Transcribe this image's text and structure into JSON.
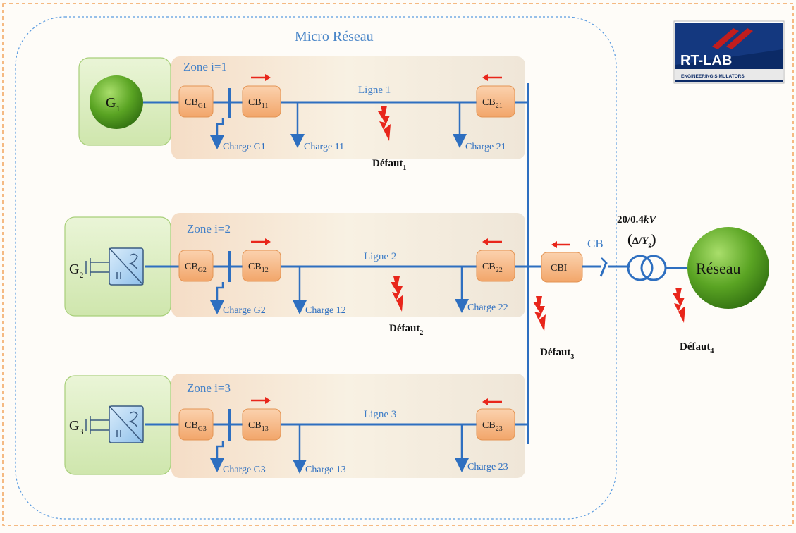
{
  "title": "Micro Réseau",
  "logo": {
    "main": "RT-LAB",
    "sub": "ENGINEERING SIMULATORS"
  },
  "zones": [
    {
      "label": "Zone i=1",
      "gen": "G",
      "gen_sub": "1",
      "cbg": "CB",
      "cbg_sub": "G1",
      "cb1": "CB",
      "cb1_sub": "11",
      "cb2": "CB",
      "cb2_sub": "21",
      "line": "Ligne 1",
      "load_g": "Charge G1",
      "load_1": "Charge 11",
      "load_2": "Charge 21",
      "fault": "Défaut",
      "fault_sub": "1"
    },
    {
      "label": "Zone i=2",
      "gen": "G",
      "gen_sub": "2",
      "cbg": "CB",
      "cbg_sub": "G2",
      "cb1": "CB",
      "cb1_sub": "12",
      "cb2": "CB",
      "cb2_sub": "22",
      "line": "Ligne 2",
      "load_g": "Charge G2",
      "load_1": "Charge 12",
      "load_2": "Charge 22",
      "fault": "Défaut",
      "fault_sub": "2"
    },
    {
      "label": "Zone i=3",
      "gen": "G",
      "gen_sub": "3",
      "cbg": "CB",
      "cbg_sub": "G3",
      "cb1": "CB",
      "cb1_sub": "13",
      "cb2": "CB",
      "cb2_sub": "23",
      "line": "Ligne 3",
      "load_g": "Charge G3",
      "load_1": "Charge 13",
      "load_2": "Charge 23"
    }
  ],
  "cbi": "CBI",
  "cb_switch": "CB",
  "transformer": {
    "rating": "20/0.4",
    "unit": "kV",
    "conn_delta": "Δ",
    "conn_y": "Y",
    "conn_sub": "g"
  },
  "grid": "Réseau",
  "fault3": {
    "text": "Défaut",
    "sub": "3"
  },
  "fault4": {
    "text": "Défaut",
    "sub": "4"
  },
  "colors": {
    "line": "#2e6fc0",
    "fault": "#e8261b",
    "zone_box": "#f3e6d6",
    "gen_box": "#dcedc1",
    "cb_fill": "#f6b98a",
    "gen_ball": "#5aa423"
  }
}
